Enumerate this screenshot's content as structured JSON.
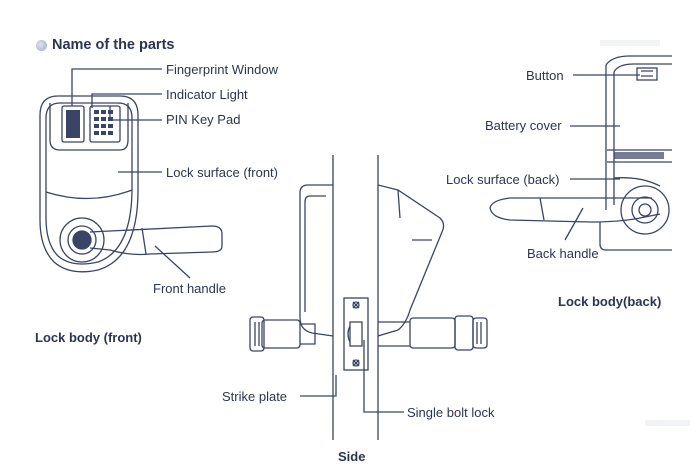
{
  "title": "Name of the parts",
  "labels": {
    "fingerprint_window": "Fingerprint Window",
    "indicator_light": "Indicator Light",
    "pin_key_pad": "PIN Key Pad",
    "lock_surface_front": "Lock surface (front)",
    "front_handle": "Front handle",
    "lock_body_front": "Lock body (front)",
    "button": "Button",
    "battery_cover": "Battery cover",
    "lock_surface_back": "Lock surface (back)",
    "back_handle": "Back handle",
    "lock_body_back": "Lock body(back)",
    "strike_plate": "Strike plate",
    "single_bolt_lock": "Single bolt lock",
    "side": "Side"
  },
  "colors": {
    "ink": "#2c3550",
    "line": "#3a4466"
  }
}
